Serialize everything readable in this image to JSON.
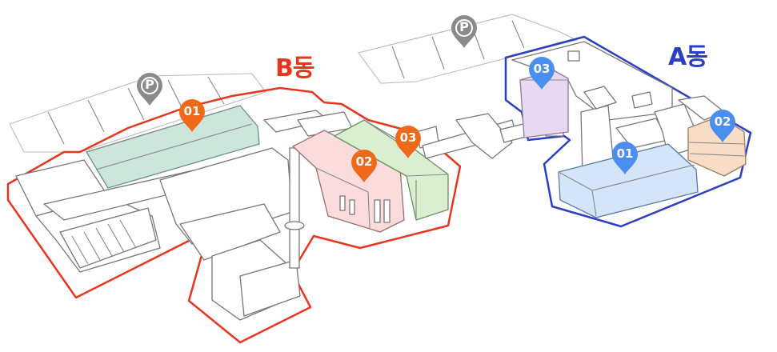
{
  "zones": {
    "b": {
      "label": "B동",
      "color": "#e8351d"
    },
    "a": {
      "label": "A동",
      "color": "#2b3fc4"
    }
  },
  "markers": {
    "b01": {
      "text": "01",
      "color": "#ee6a1a"
    },
    "b02": {
      "text": "02",
      "color": "#ee6a1a"
    },
    "b03": {
      "text": "03",
      "color": "#ee6a1a"
    },
    "a01": {
      "text": "01",
      "color": "#4a8ff0"
    },
    "a02": {
      "text": "02",
      "color": "#4a8ff0"
    },
    "a03": {
      "text": "03",
      "color": "#4a8ff0"
    },
    "parking": {
      "text": "P",
      "color": "#8a8a8a",
      "icon": "parking-icon"
    }
  },
  "highlight_colors": {
    "b01": "#cde6dc",
    "b02": "#fbdcdc",
    "b03": "#d9efcf",
    "a01": "#d4e5fa",
    "a02": "#f7dcc6",
    "a03": "#e8d8f2"
  }
}
